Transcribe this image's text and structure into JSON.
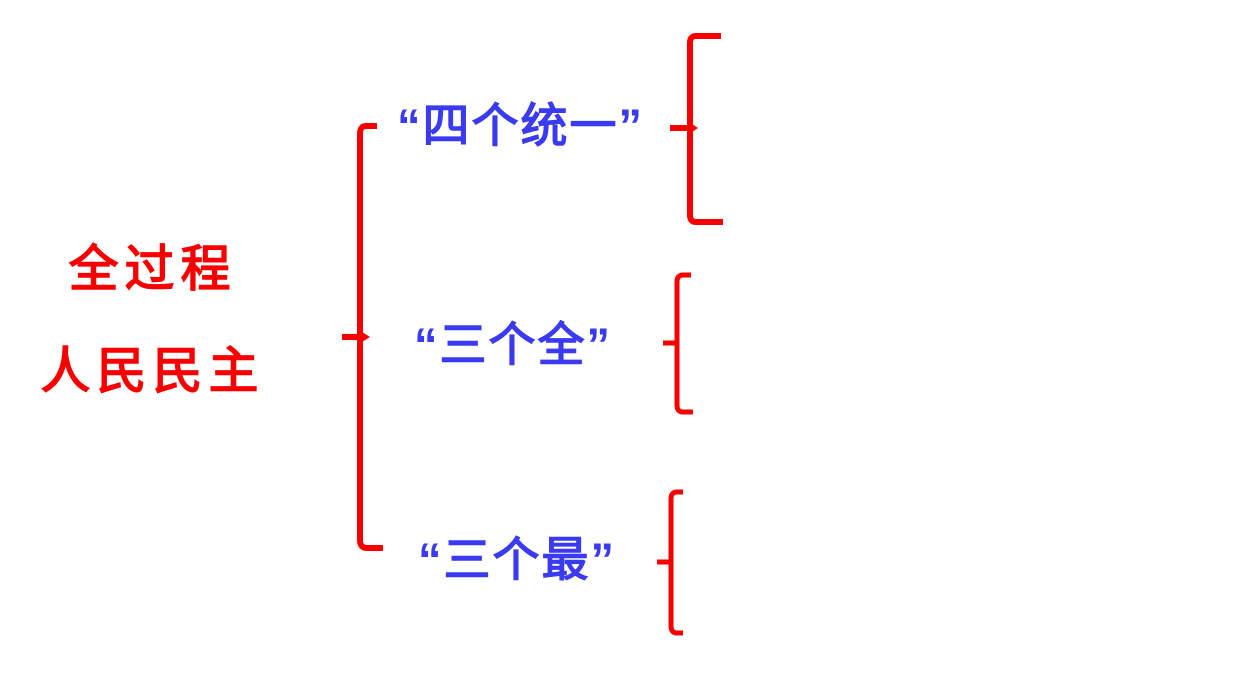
{
  "colors": {
    "red": "#F80000",
    "blue": "#3A3AF0",
    "background": "#FFFFFF"
  },
  "diagram": {
    "root": {
      "line1": "全过程",
      "line2": "人民民主"
    },
    "branches": [
      {
        "label": "“四个统一”"
      },
      {
        "label": "“三个全”"
      },
      {
        "label": "“三个最”"
      }
    ]
  }
}
